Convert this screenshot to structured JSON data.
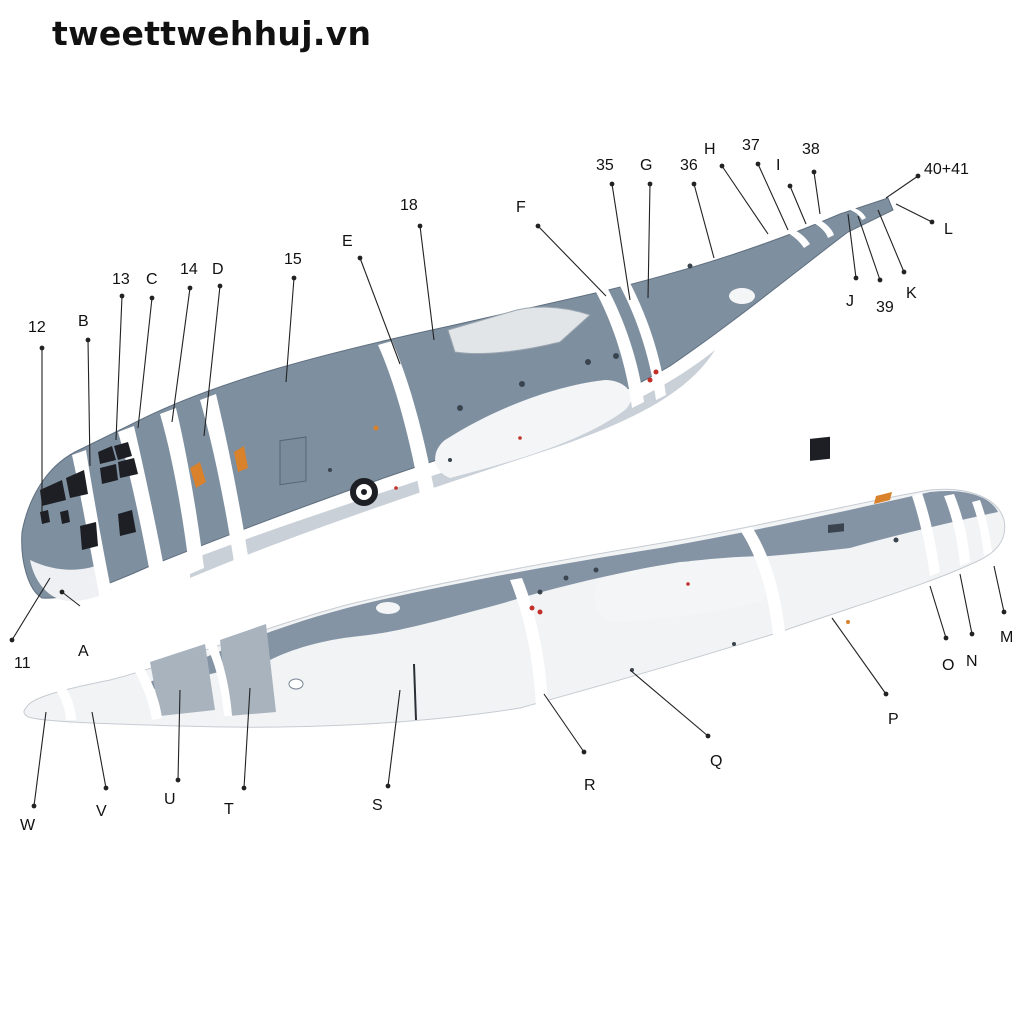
{
  "watermark": "tweettwehhuj.vn",
  "colors": {
    "fuselage_gray": "#7e8fa0",
    "fuselage_gray_dark": "#6a7b8c",
    "fuselage_white": "#f2f3f5",
    "band_white": "#ffffff",
    "glass": "#1d1f24",
    "accent_red": "#c2302a",
    "accent_orange": "#d9822b"
  },
  "labels": {
    "l11": "11",
    "l12": "12",
    "lB": "B",
    "l13": "13",
    "lC": "C",
    "l14": "14",
    "lD": "D",
    "l15": "15",
    "lE": "E",
    "l18": "18",
    "lF": "F",
    "l35": "35",
    "lG": "G",
    "l36": "36",
    "lH": "H",
    "l37": "37",
    "lI": "I",
    "l38": "38",
    "l4041": "40+41",
    "lL": "L",
    "lJ": "J",
    "l39": "39",
    "lK": "K",
    "lA": "A",
    "lM": "M",
    "lN": "N",
    "lO": "O",
    "lP": "P",
    "lQ": "Q",
    "lR": "R",
    "lS": "S",
    "lT": "T",
    "lU": "U",
    "lV": "V",
    "lW": "W"
  }
}
